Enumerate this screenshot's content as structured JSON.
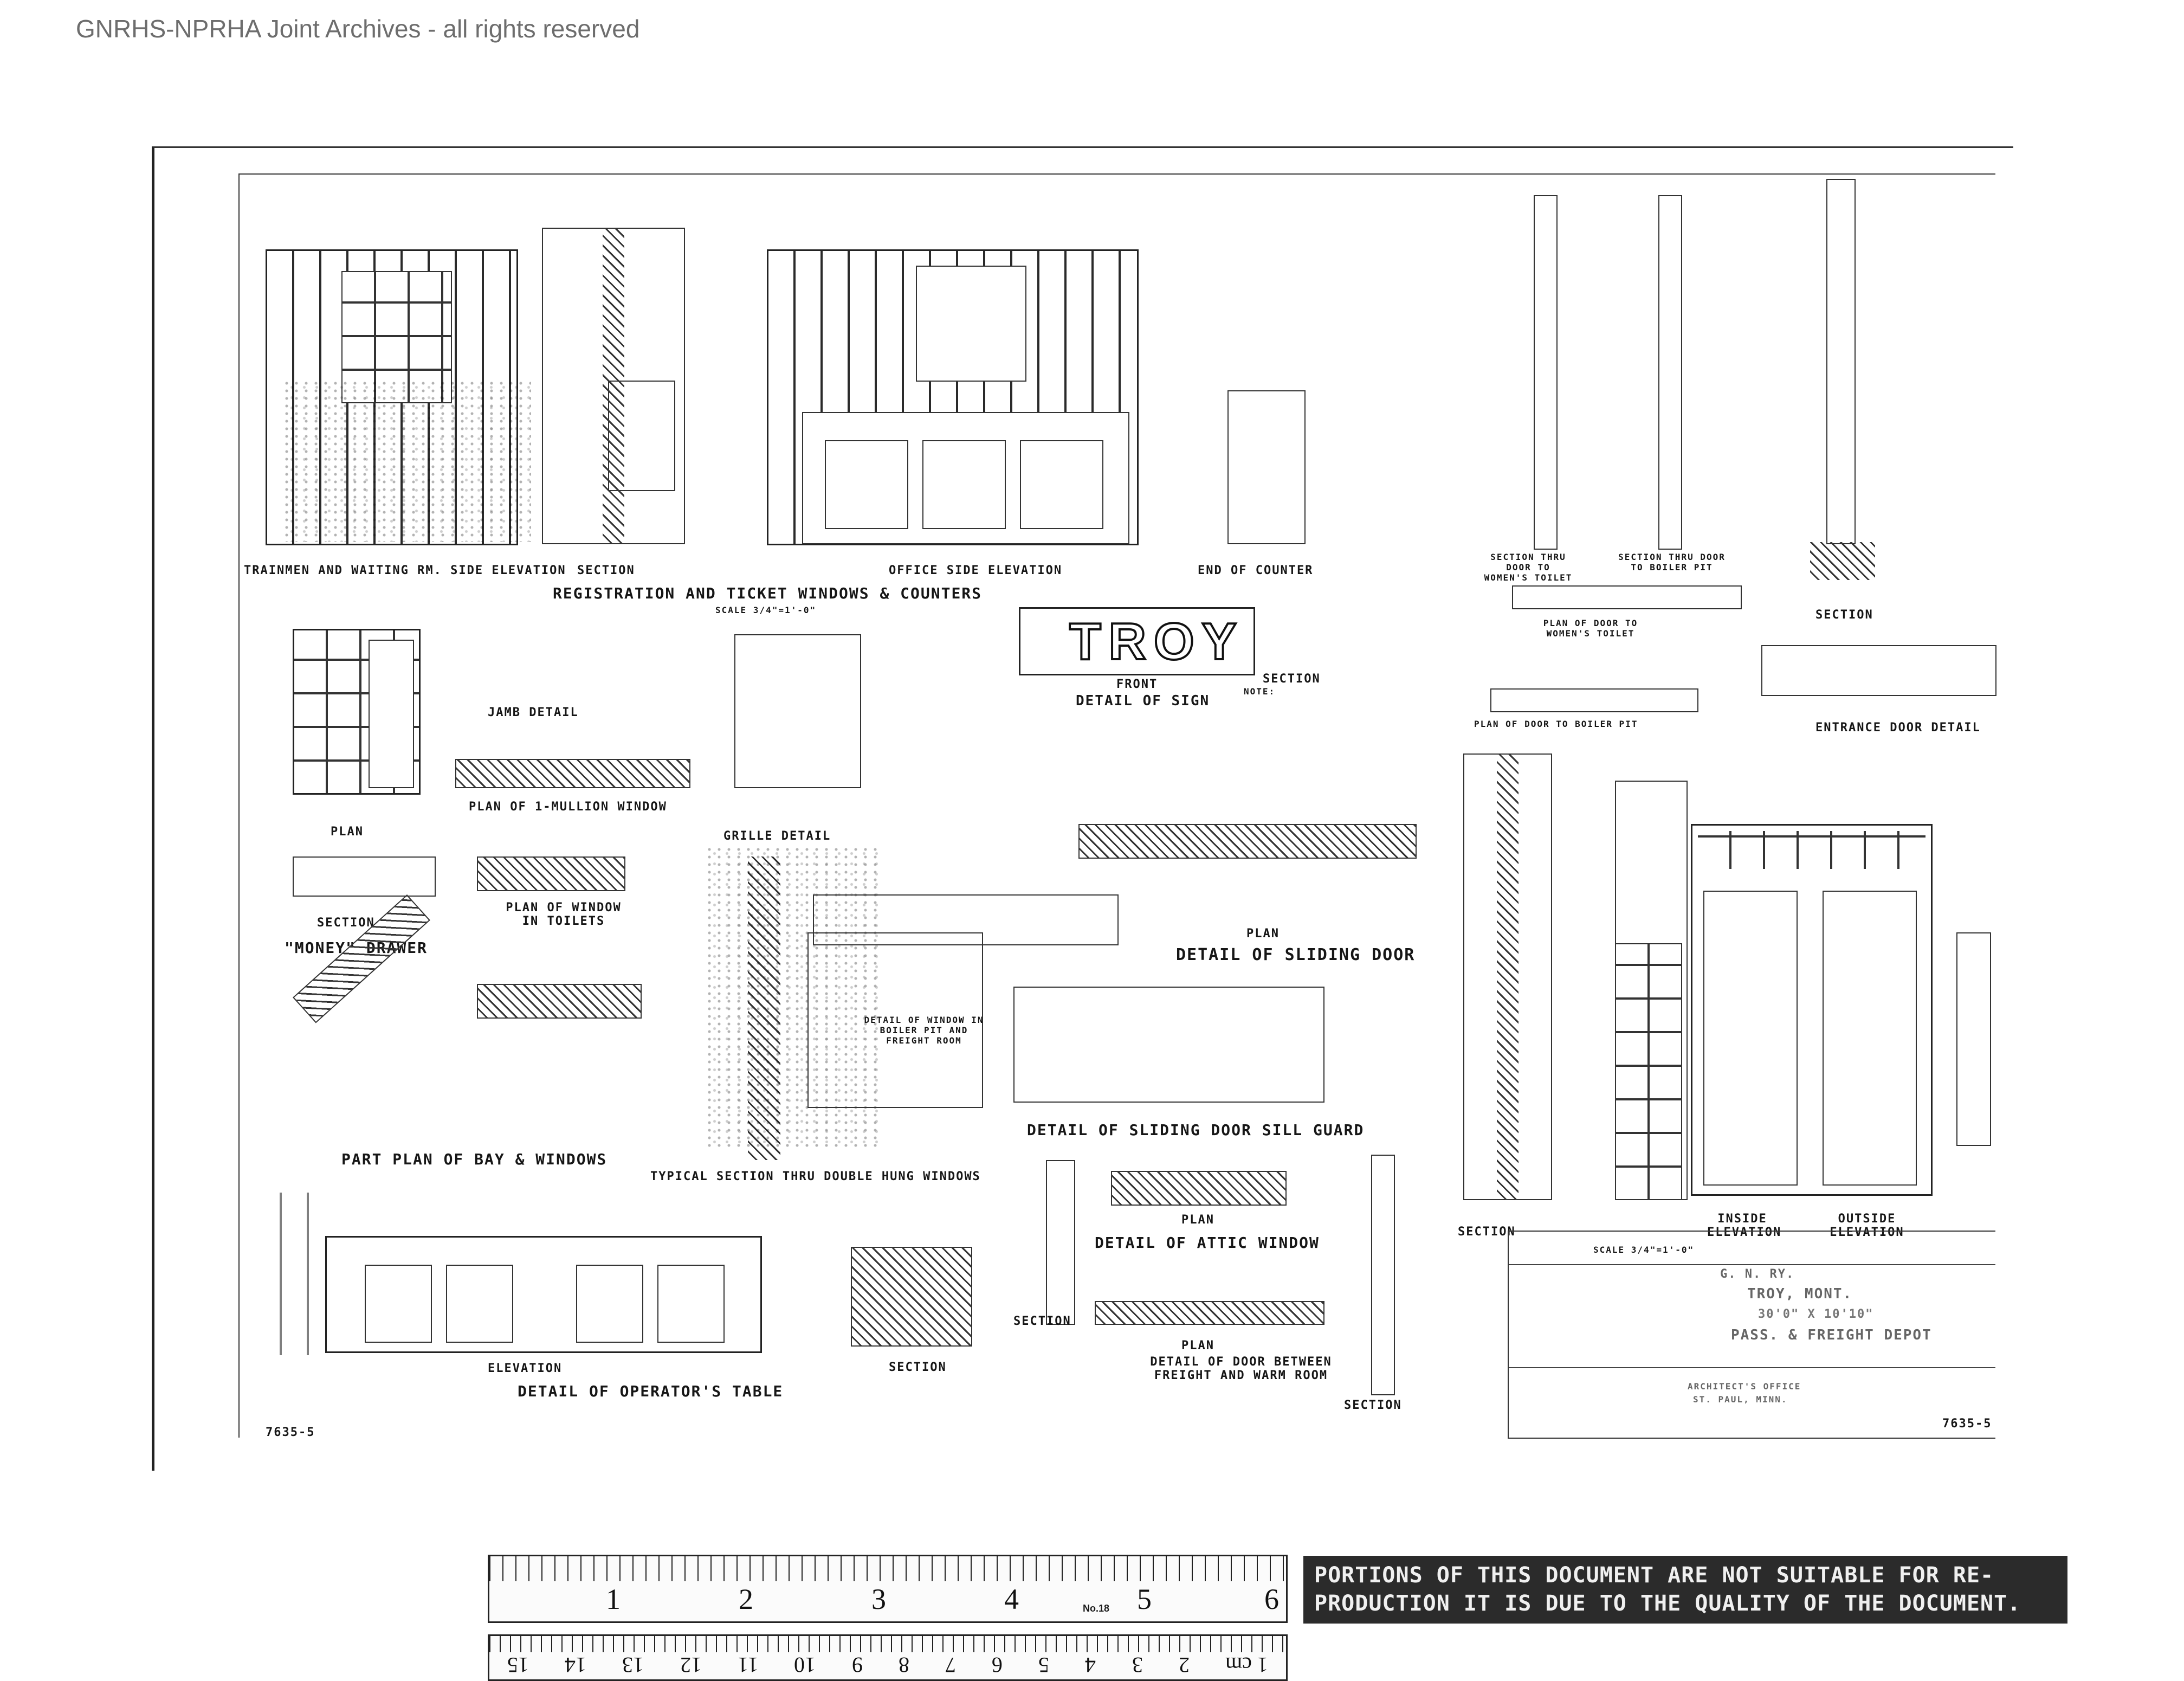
{
  "watermark": "GNRHS-NPRHA Joint Archives - all rights reserved",
  "drawing": {
    "titles": {
      "trainmen_side": "TRAINMEN AND WAITING RM. SIDE ELEVATION",
      "section_1": "SECTION",
      "office_side": "OFFICE SIDE ELEVATION",
      "end_counter": "END OF COUNTER",
      "registration": "REGISTRATION AND TICKET WINDOWS & COUNTERS",
      "registration_scale": "SCALE 3/4\"=1'-0\"",
      "jamb_detail": "JAMB DETAIL",
      "plan_mullion": "PLAN OF 1-MULLION WINDOW",
      "grille_detail": "GRILLE DETAIL",
      "detail_sign": "DETAIL OF SIGN",
      "sign_front": "FRONT",
      "sign_section": "SECTION",
      "sign_text": "TROY",
      "sign_note_label": "NOTE:",
      "section_womens": "SECTION THRU DOOR TO WOMEN'S TOILET",
      "section_boiler": "SECTION THRU DOOR TO BOILER PIT",
      "plan_door_womens": "PLAN OF DOOR TO WOMEN'S TOILET",
      "plan_door_boiler": "PLAN OF DOOR TO BOILER PIT",
      "section_entrance": "SECTION",
      "entrance_door": "ENTRANCE DOOR DETAIL",
      "plan_small": "PLAN",
      "section_money": "SECTION",
      "money_drawer": "\"MONEY\" DRAWER",
      "plan_window_toilets": "PLAN OF WINDOW IN TOILETS",
      "detail_window_boiler": "DETAIL OF WINDOW IN BOILER PIT AND FREIGHT ROOM",
      "plan_sliding": "PLAN",
      "detail_sliding": "DETAIL OF SLIDING DOOR",
      "sill_guard": "DETAIL OF SLIDING DOOR SILL GUARD",
      "part_plan_bay": "PART PLAN OF BAY & WINDOWS",
      "typical_section": "TYPICAL SECTION THRU DOUBLE HUNG WINDOWS",
      "detail_attic": "DETAIL OF ATTIC WINDOW",
      "plan_attic": "PLAN",
      "section_attic": "SECTION",
      "plan_between": "PLAN",
      "door_between": "DETAIL OF DOOR BETWEEN FREIGHT AND WARM ROOM",
      "elevation_op": "ELEVATION",
      "operators_table": "DETAIL OF OPERATOR'S TABLE",
      "section_op": "SECTION",
      "section_right": "SECTION",
      "inside_elev": "INSIDE ELEVATION",
      "outside_elev": "OUTSIDE ELEVATION",
      "section_bottom": "SECTION",
      "scale_label": "SCALE 3/4\"=1'-0\""
    },
    "title_block": {
      "railway": "G. N. RY.",
      "place": "TROY, MONT.",
      "size": "30'0\" X 10'10\"",
      "depot": "PASS. & FREIGHT DEPOT",
      "office": "ARCHITECT'S OFFICE",
      "city": "ST. PAUL, MINN."
    },
    "drawing_no_left": "7635-5",
    "drawing_no_right": "7635-5"
  },
  "ruler": {
    "inches": [
      "1",
      "2",
      "3",
      "4",
      "5",
      "6"
    ],
    "cm": [
      "15",
      "14",
      "13",
      "12",
      "11",
      "10",
      "9",
      "8",
      "7",
      "6",
      "5",
      "4",
      "3",
      "2",
      "1 cm"
    ],
    "model": "No.18"
  },
  "notice": "PORTIONS OF THIS DOCUMENT ARE NOT SUITABLE FOR RE-PRODUCTION IT IS DUE TO THE QUALITY OF THE DOCUMENT."
}
